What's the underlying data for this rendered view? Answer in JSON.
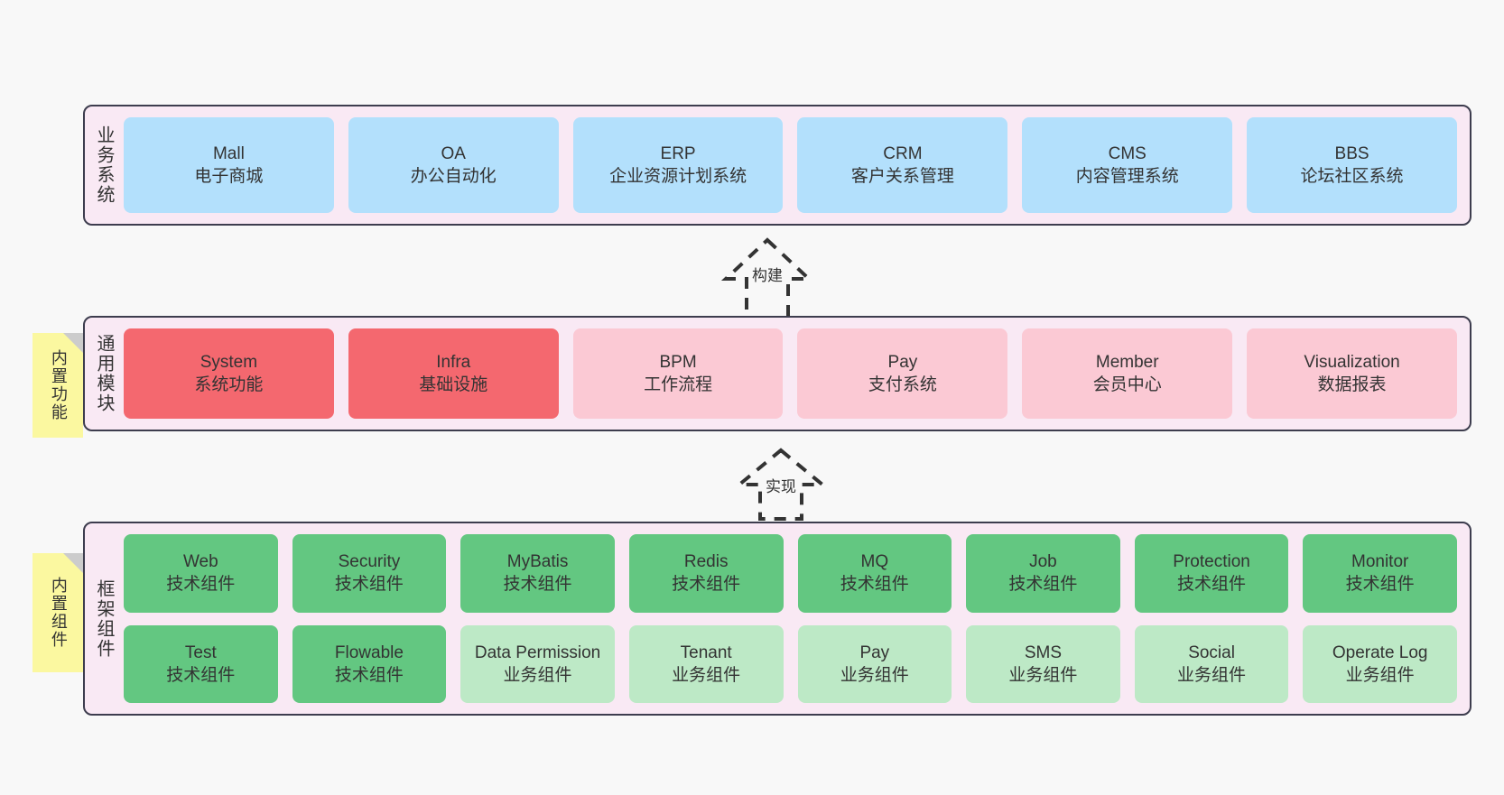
{
  "diagram": {
    "background_color": "#f8f8f8",
    "band_fill": "#f9e9f4",
    "band_border": "#3d3d4e",
    "sticky_color": "#fbf8a0"
  },
  "layers": [
    {
      "id": "business",
      "label": "业务系统",
      "sticky": null,
      "rows": [
        {
          "nodes": [
            {
              "title": "Mall",
              "sub": "电子商城",
              "style": "node-blue",
              "color": "#b3e0fc"
            },
            {
              "title": "OA",
              "sub": "办公自动化",
              "style": "node-blue",
              "color": "#b3e0fc"
            },
            {
              "title": "ERP",
              "sub": "企业资源计划系统",
              "style": "node-blue",
              "color": "#b3e0fc"
            },
            {
              "title": "CRM",
              "sub": "客户关系管理",
              "style": "node-blue",
              "color": "#b3e0fc"
            },
            {
              "title": "CMS",
              "sub": "内容管理系统",
              "style": "node-blue",
              "color": "#b3e0fc"
            },
            {
              "title": "BBS",
              "sub": "论坛社区系统",
              "style": "node-blue",
              "color": "#b3e0fc"
            }
          ]
        }
      ]
    },
    {
      "id": "common",
      "label": "通用模块",
      "sticky": "内置功能",
      "rows": [
        {
          "nodes": [
            {
              "title": "System",
              "sub": "系统功能",
              "style": "node-red",
              "color": "#f4686f"
            },
            {
              "title": "Infra",
              "sub": "基础设施",
              "style": "node-red",
              "color": "#f4686f"
            },
            {
              "title": "BPM",
              "sub": "工作流程",
              "style": "node-pink",
              "color": "#fbc9d4"
            },
            {
              "title": "Pay",
              "sub": "支付系统",
              "style": "node-pink",
              "color": "#fbc9d4"
            },
            {
              "title": "Member",
              "sub": "会员中心",
              "style": "node-pink",
              "color": "#fbc9d4"
            },
            {
              "title": "Visualization",
              "sub": "数据报表",
              "style": "node-pink",
              "color": "#fbc9d4"
            }
          ]
        }
      ]
    },
    {
      "id": "framework",
      "label": "框架组件",
      "sticky": "内置组件",
      "rows": [
        {
          "nodes": [
            {
              "title": "Web",
              "sub": "技术组件",
              "style": "node-green",
              "color": "#63c781"
            },
            {
              "title": "Security",
              "sub": "技术组件",
              "style": "node-green",
              "color": "#63c781"
            },
            {
              "title": "MyBatis",
              "sub": "技术组件",
              "style": "node-green",
              "color": "#63c781"
            },
            {
              "title": "Redis",
              "sub": "技术组件",
              "style": "node-green",
              "color": "#63c781"
            },
            {
              "title": "MQ",
              "sub": "技术组件",
              "style": "node-green",
              "color": "#63c781"
            },
            {
              "title": "Job",
              "sub": "技术组件",
              "style": "node-green",
              "color": "#63c781"
            },
            {
              "title": "Protection",
              "sub": "技术组件",
              "style": "node-green",
              "color": "#63c781"
            },
            {
              "title": "Monitor",
              "sub": "技术组件",
              "style": "node-green",
              "color": "#63c781"
            }
          ]
        },
        {
          "nodes": [
            {
              "title": "Test",
              "sub": "技术组件",
              "style": "node-green",
              "color": "#63c781"
            },
            {
              "title": "Flowable",
              "sub": "技术组件",
              "style": "node-green",
              "color": "#63c781"
            },
            {
              "title": "Data Permission",
              "sub": "业务组件",
              "style": "node-green-light",
              "color": "#bde9c6"
            },
            {
              "title": "Tenant",
              "sub": "业务组件",
              "style": "node-green-light",
              "color": "#bde9c6"
            },
            {
              "title": "Pay",
              "sub": "业务组件",
              "style": "node-green-light",
              "color": "#bde9c6"
            },
            {
              "title": "SMS",
              "sub": "业务组件",
              "style": "node-green-light",
              "color": "#bde9c6"
            },
            {
              "title": "Social",
              "sub": "业务组件",
              "style": "node-green-light",
              "color": "#bde9c6"
            },
            {
              "title": "Operate Log",
              "sub": "业务组件",
              "style": "node-green-light",
              "color": "#bde9c6"
            }
          ]
        }
      ]
    }
  ],
  "arrows": [
    {
      "id": "build",
      "label": "构建",
      "direction": "up",
      "style": "dashed-hollow"
    },
    {
      "id": "implement",
      "label": "实现",
      "direction": "up",
      "style": "dashed-hollow"
    }
  ]
}
